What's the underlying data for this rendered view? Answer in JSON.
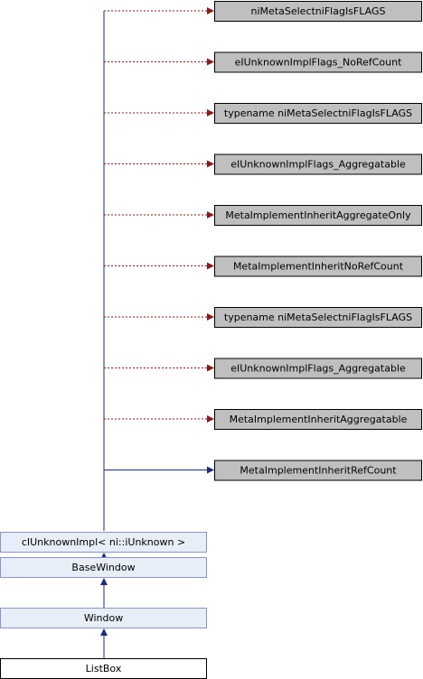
{
  "diagram": {
    "colors": {
      "template_fill": "#bfbfbf",
      "class_fill": "#e8eef8",
      "current_fill": "#ffffff",
      "node_border": "#000000",
      "class_border": "#8896c8",
      "template_edge": "#8b1a1a",
      "inherit_edge": "#1b2a84"
    },
    "template_params": [
      "niMetaSelectniFlagIsFLAGS",
      "eIUnknownImplFlags_NoRefCount",
      "typename niMetaSelectniFlagIsFLAGS",
      "eIUnknownImplFlags_Aggregatable",
      "MetaImplementInheritAggregateOnly",
      "MetaImplementInheritNoRefCount",
      "typename niMetaSelectniFlagIsFLAGS",
      "eIUnknownImplFlags_Aggregatable",
      "MetaImplementInheritAggregatable",
      "MetaImplementInheritRefCount"
    ],
    "chain": [
      "cIUnknownImpl< ni::iUnknown >",
      "BaseWindow",
      "Window",
      "ListBox"
    ]
  }
}
